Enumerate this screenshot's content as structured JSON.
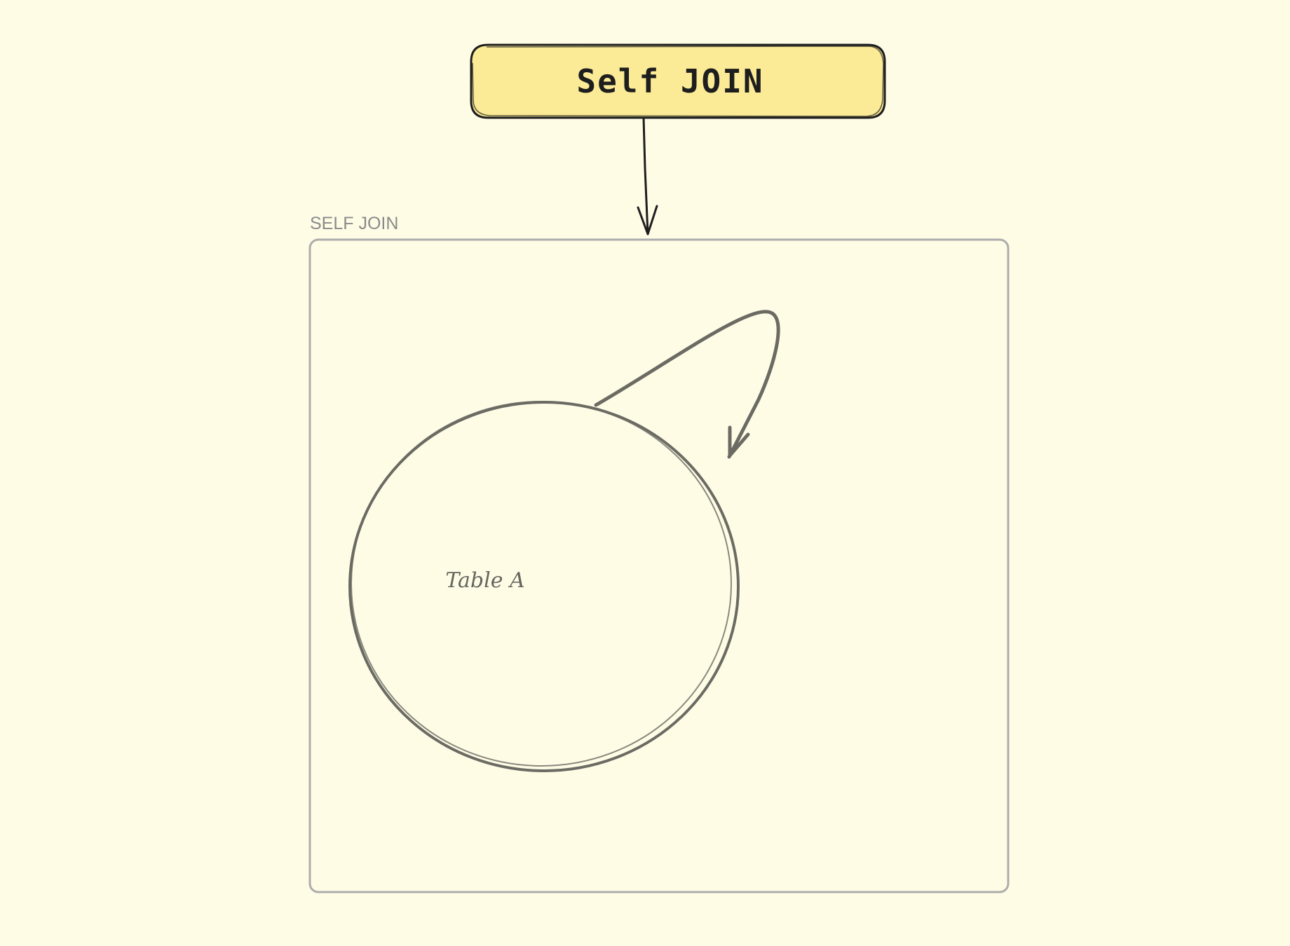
{
  "diagram": {
    "title": "Self JOIN",
    "frame_label": "SELF JOIN",
    "node_label": "Table A"
  },
  "colors": {
    "background": "#fffce6",
    "title_fill": "#fbeb96",
    "title_stroke": "#1e1e1e",
    "frame_stroke": "#acacac",
    "node_stroke": "#6b6b63",
    "arrow_stroke": "#1e1e1e"
  },
  "edges": [
    {
      "from": "title-box",
      "to": "self-join-frame"
    },
    {
      "from": "table-a-node",
      "to": "table-a-node"
    }
  ]
}
